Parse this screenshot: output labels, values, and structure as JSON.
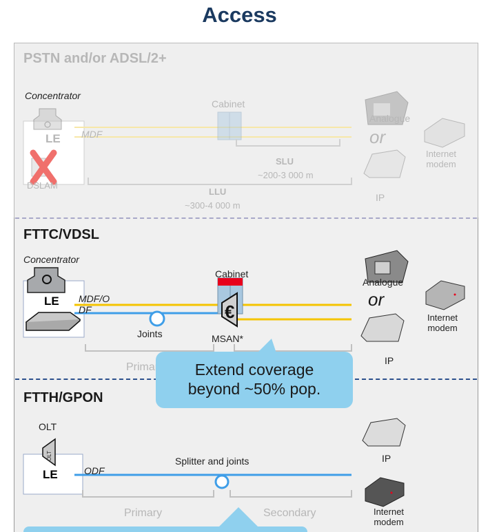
{
  "title": "Access",
  "s1": {
    "heading": "PSTN and/or ADSL/2+",
    "concentrator": "Concentrator",
    "cabinet": "Cabinet",
    "analogue": "Analogue",
    "or": "or",
    "internet_modem": "Internet\nmodem",
    "mdf": "MDF",
    "le": "LE",
    "slu": "SLU",
    "slu_range": "~200-3 000 m",
    "dslam": "DSLAM",
    "llu": "LLU",
    "llu_range": "~300-4 000 m",
    "ip": "IP"
  },
  "s2": {
    "heading": "FTTC/VDSL",
    "concentrator": "Concentrator",
    "cabinet": "Cabinet",
    "analogue": "Analogue",
    "le": "LE",
    "mdf_odf": "MDF/O\nDF",
    "or": "or",
    "internet_modem": "Internet\nmodem",
    "joints": "Joints",
    "msan": "MSAN*",
    "primary": "Primary",
    "ip": "IP",
    "callout": "Extend coverage\nbeyond ~50% pop."
  },
  "s3": {
    "heading": "FTTH/GPON",
    "olt": "OLT",
    "olt_icon": "OLT",
    "splitter": "Splitter and joints",
    "ip": "IP",
    "le": "LE",
    "odf": "ODF",
    "primary": "Primary",
    "secondary": "Secondary",
    "internet_modem": "Internet\nmodem"
  },
  "colors": {
    "copper": "#f5c400",
    "fibre": "#3f9ee8",
    "title": "#1b3a60",
    "callout": "#8fd0ee"
  }
}
